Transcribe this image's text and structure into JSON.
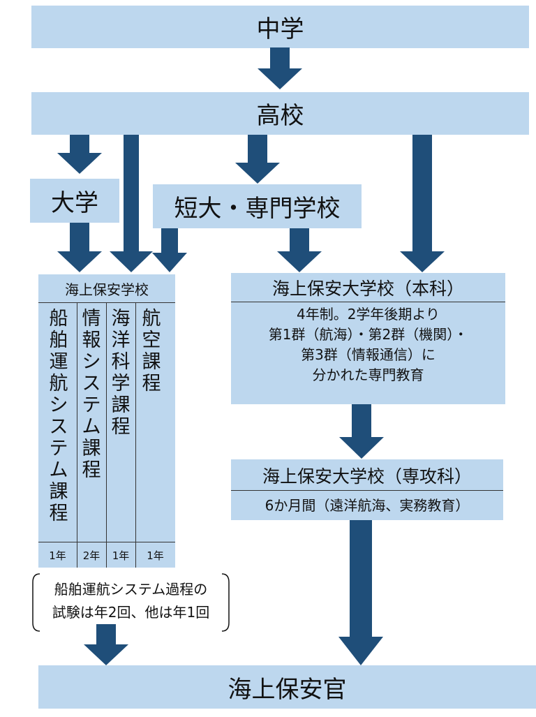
{
  "colors": {
    "box_fill": "#bdd7ee",
    "arrow": "#1f4e79",
    "text": "#111111",
    "rule": "#333333"
  },
  "nodes": {
    "junior_high": "中学",
    "high_school": "高校",
    "university": "大学",
    "junior_college": "短大・専門学校",
    "jcg_school": {
      "title": "海上保安学校",
      "courses": [
        {
          "name": "船舶運航システム課程",
          "duration": "1年"
        },
        {
          "name": "情報システム課程",
          "duration": "2年"
        },
        {
          "name": "海洋科学課程",
          "duration": "1年"
        },
        {
          "name": "航空課程",
          "duration": "1年"
        }
      ]
    },
    "jcg_academy_main": {
      "title": "海上保安大学校（本科）",
      "lines": [
        "4年制。2学年後期より",
        "第1群（航海）・第2群（機関）・",
        "第3群（情報通信）に",
        "分かれた専門教育"
      ]
    },
    "jcg_academy_advanced": {
      "title": "海上保安大学校（専攻科）",
      "detail": "6か月間（遠洋航海、実務教育）"
    },
    "note": [
      "船舶運航システム過程の",
      "試験は年2回、他は年1回"
    ],
    "coast_guard_officer": "海上保安官"
  }
}
